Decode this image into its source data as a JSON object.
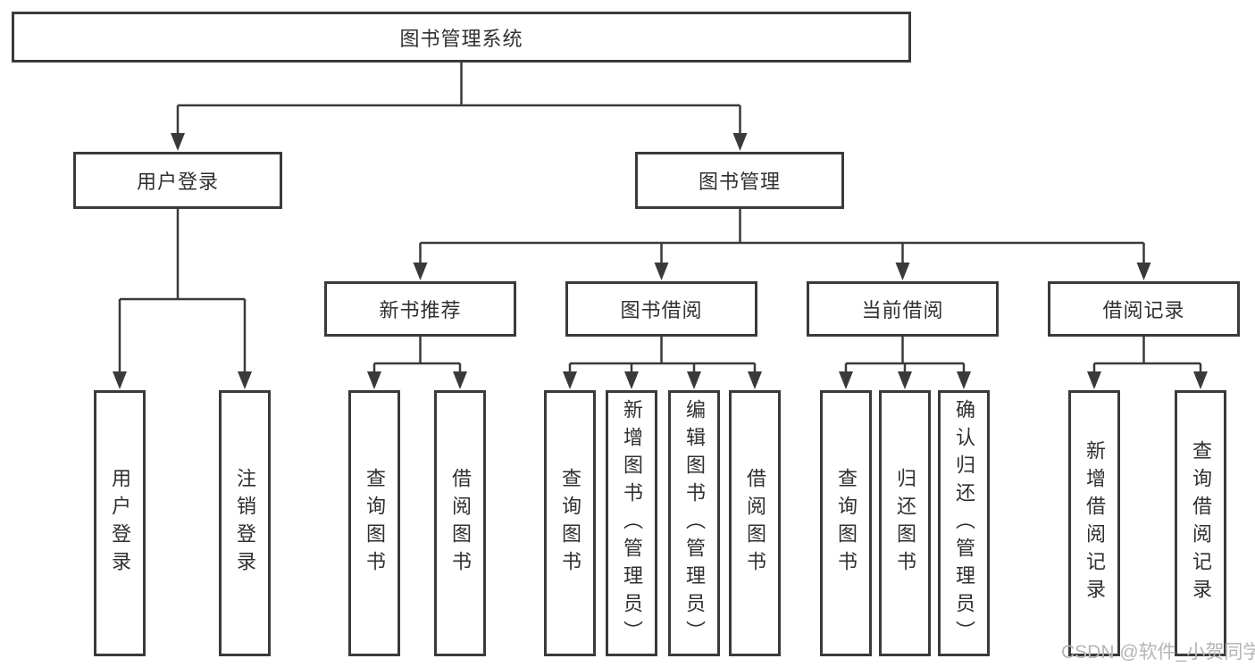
{
  "tree": {
    "root": {
      "label": "图书管理系统"
    },
    "level2": [
      {
        "label": "用户登录"
      },
      {
        "label": "图书管理"
      }
    ],
    "level3": [
      {
        "label": "新书推荐"
      },
      {
        "label": "图书借阅"
      },
      {
        "label": "当前借阅"
      },
      {
        "label": "借阅记录"
      }
    ],
    "leaves": [
      {
        "label": "用户登录"
      },
      {
        "label": "注销登录"
      },
      {
        "label": "查询图书"
      },
      {
        "label": "借阅图书"
      },
      {
        "label": "查询图书"
      },
      {
        "label": "新增图书（管理员）"
      },
      {
        "label": "编辑图书（管理员）"
      },
      {
        "label": "借阅图书"
      },
      {
        "label": "查询图书"
      },
      {
        "label": "归还图书"
      },
      {
        "label": "确认归还（管理员）"
      },
      {
        "label": "新增借阅记录"
      },
      {
        "label": "查询借阅记录"
      }
    ]
  },
  "watermark": {
    "text": "CSDN @软件_小贺同学"
  },
  "colors": {
    "line": "#3a3a3a",
    "border": "#3a3a3a",
    "text": "#303030",
    "watermark": "#b5b5b5",
    "background": "#ffffff"
  }
}
